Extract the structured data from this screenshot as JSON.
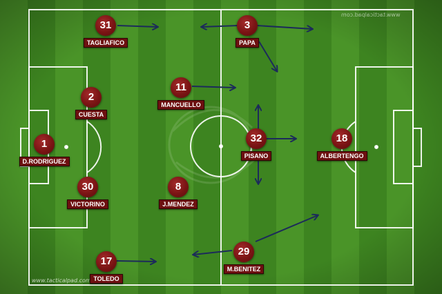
{
  "watermark_top": "www.tacticalpad.com",
  "watermark_bottom": "www.tacticalpad.com",
  "players": [
    {
      "id": "tagliafico",
      "number": "31",
      "name": "TAGLIAFICO"
    },
    {
      "id": "papa",
      "number": "3",
      "name": "PAPA"
    },
    {
      "id": "cuesta",
      "number": "2",
      "name": "CUESTA"
    },
    {
      "id": "mancuello",
      "number": "11",
      "name": "MANCUELLO"
    },
    {
      "id": "drodriguez",
      "number": "1",
      "name": "D.RODRIGUEZ"
    },
    {
      "id": "pisano",
      "number": "32",
      "name": "PISANO"
    },
    {
      "id": "albertengo",
      "number": "18",
      "name": "ALBERTENGO"
    },
    {
      "id": "victorino",
      "number": "30",
      "name": "VICTORINO"
    },
    {
      "id": "jmendez",
      "number": "8",
      "name": "J.MENDEZ"
    },
    {
      "id": "mbenitez",
      "number": "29",
      "name": "M.BENITEZ"
    },
    {
      "id": "toledo",
      "number": "17",
      "name": "TOLEDO"
    }
  ],
  "colors": {
    "marker": "#7a1414",
    "arrow": "#1c2b5a",
    "pitch_light": "#4f9a2e",
    "pitch_dark": "#3d8420"
  }
}
